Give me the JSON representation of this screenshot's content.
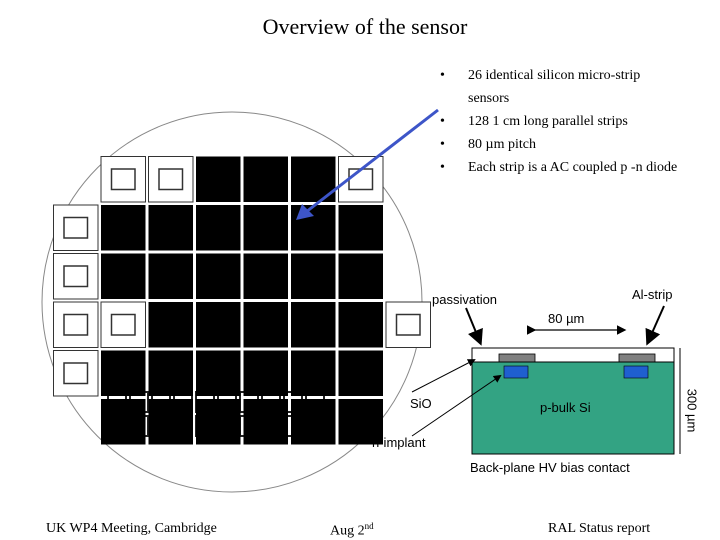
{
  "slide": {
    "title": "Overview of the sensor",
    "bullets": [
      "26 identical silicon micro-strip sensors",
      "128 1 cm long parallel strips",
      "80 µm pitch",
      "Each strip is a AC coupled p -n diode"
    ],
    "bullet_symbol": "•"
  },
  "diagram": {
    "passivation_label": "passivation",
    "al_strip_label": "Al-strip",
    "pitch_label": "80 µm",
    "sio_label": "SiO",
    "bulk_label": "p-bulk Si",
    "thickness_label": "300 µm",
    "implant_label": "n-implant",
    "backplane_label": "Back-plane HV bias contact"
  },
  "footer": {
    "left": "UK WP4 Meeting, Cambridge",
    "middle_base": "Aug 2",
    "middle_sup": "nd",
    "right": "RAL Status report"
  },
  "colors": {
    "bulk": "#33a383",
    "implant": "#1f5fd0",
    "arrow": "#3d55c8",
    "sensor": "#000000"
  }
}
